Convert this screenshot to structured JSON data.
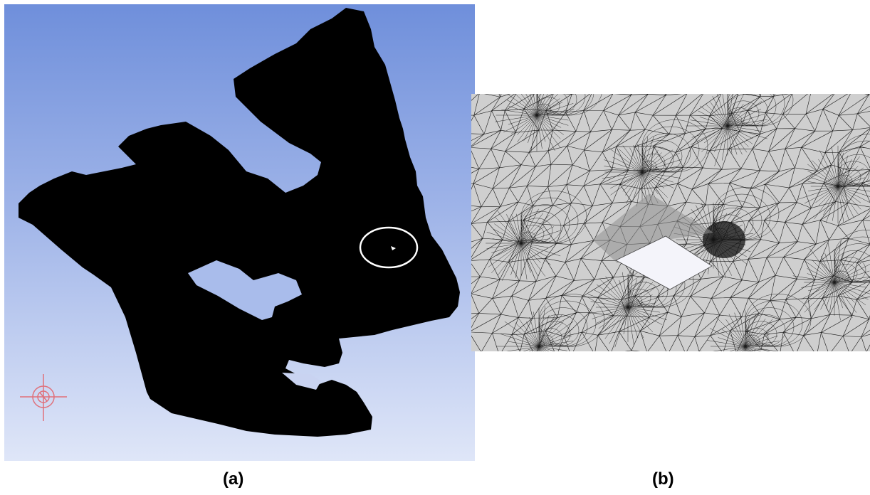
{
  "captions": {
    "a": "(a)",
    "b": "(b)"
  },
  "colors": {
    "viewport_top": "#6f8fdb",
    "viewport_bottom": "#dfe6f8",
    "geometry_fill": "#000000",
    "mesh_face": "#cfcfcf",
    "mesh_edge": "#1a1a1a",
    "highlight_circle": "#ffffff",
    "triad": "#e0707a"
  },
  "panels": {
    "a": {
      "content": "geometry-silhouette",
      "highlight": "circle",
      "triad_icon": "crosshair-triad-icon"
    },
    "b": {
      "content": "triangulated-surface-mesh",
      "feature": "rectangular-opening"
    }
  }
}
